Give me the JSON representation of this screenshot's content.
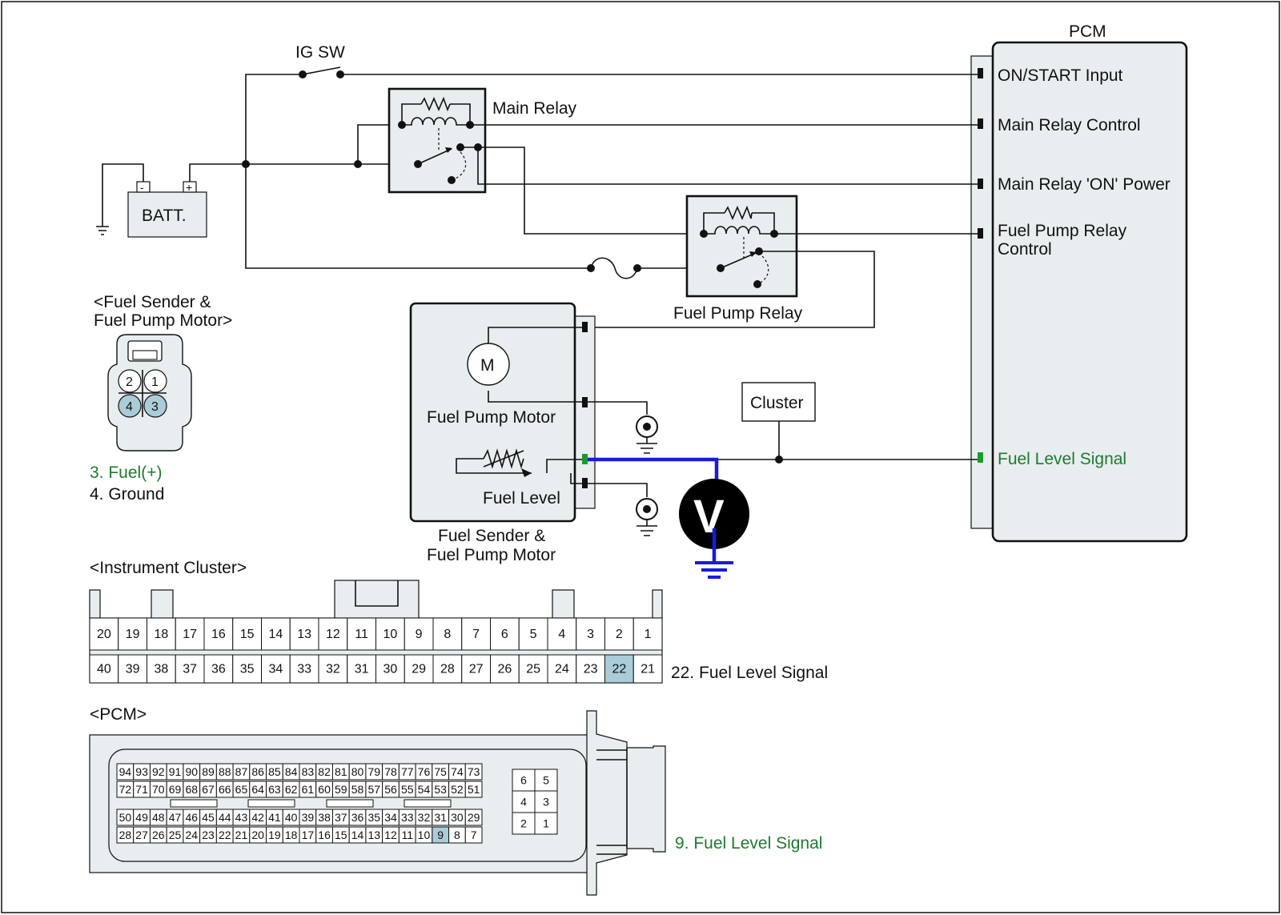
{
  "labels": {
    "pcm_title": "PCM",
    "ig_sw": "IG SW",
    "batt": "BATT.",
    "batt_neg": "-",
    "batt_pos": "+",
    "main_relay": "Main Relay",
    "fuel_pump_relay": "Fuel Pump Relay",
    "motor_symbol": "M",
    "fuel_pump_motor": "Fuel Pump Motor",
    "fuel_level": "Fuel Level",
    "fuel_sender_line1": "Fuel Sender &",
    "fuel_sender_line2": "Fuel Pump Motor",
    "cluster": "Cluster",
    "voltmeter": "V"
  },
  "pcm_terminals": {
    "on_start": "ON/START Input",
    "main_relay_control": "Main Relay Control",
    "main_relay_on_power": "Main Relay 'ON' Power",
    "fuel_pump_relay_control_1": "Fuel Pump Relay",
    "fuel_pump_relay_control_2": "Control",
    "fuel_level_signal": "Fuel Level Signal"
  },
  "sender_connector": {
    "title_line1": "<Fuel Sender &",
    "title_line2": "Fuel Pump Motor>",
    "pins": [
      "2",
      "1",
      "4",
      "3"
    ],
    "note_fuel": "3. Fuel(+)",
    "note_ground": "4. Ground"
  },
  "cluster_connector": {
    "title": "<Instrument Cluster>",
    "top_row": [
      "20",
      "19",
      "18",
      "17",
      "16",
      "15",
      "14",
      "13",
      "12",
      "11",
      "10",
      "9",
      "8",
      "7",
      "6",
      "5",
      "4",
      "3",
      "2",
      "1"
    ],
    "bottom_row": [
      "40",
      "39",
      "38",
      "37",
      "36",
      "35",
      "34",
      "33",
      "32",
      "31",
      "30",
      "29",
      "28",
      "27",
      "26",
      "25",
      "24",
      "23",
      "22",
      "21"
    ],
    "highlight": "22",
    "note": "22. Fuel Level Signal"
  },
  "pcm_connector": {
    "title": "<PCM>",
    "row1": [
      "94",
      "93",
      "92",
      "91",
      "90",
      "89",
      "88",
      "87",
      "86",
      "85",
      "84",
      "83",
      "82",
      "81",
      "80",
      "79",
      "78",
      "77",
      "76",
      "75",
      "74",
      "73"
    ],
    "row2": [
      "72",
      "71",
      "70",
      "69",
      "68",
      "67",
      "66",
      "65",
      "64",
      "63",
      "62",
      "61",
      "60",
      "59",
      "58",
      "57",
      "56",
      "55",
      "54",
      "53",
      "52",
      "51"
    ],
    "row3": [
      "50",
      "49",
      "48",
      "47",
      "46",
      "45",
      "44",
      "43",
      "42",
      "41",
      "40",
      "39",
      "38",
      "37",
      "36",
      "35",
      "34",
      "33",
      "32",
      "31",
      "30",
      "29"
    ],
    "row4": [
      "28",
      "27",
      "26",
      "25",
      "24",
      "23",
      "22",
      "21",
      "20",
      "19",
      "18",
      "17",
      "16",
      "15",
      "14",
      "13",
      "12",
      "11",
      "10",
      "9",
      "8",
      "7"
    ],
    "side_pins": [
      "6",
      "5",
      "4",
      "3",
      "2",
      "1"
    ],
    "highlight": "9",
    "note": "9. Fuel Level Signal"
  },
  "colors": {
    "highlight_pin": "#a9ccd8",
    "signal_text": "#1f7a2e",
    "measure_wire": "#1a1adb",
    "box_fill": "#e8edf0"
  }
}
